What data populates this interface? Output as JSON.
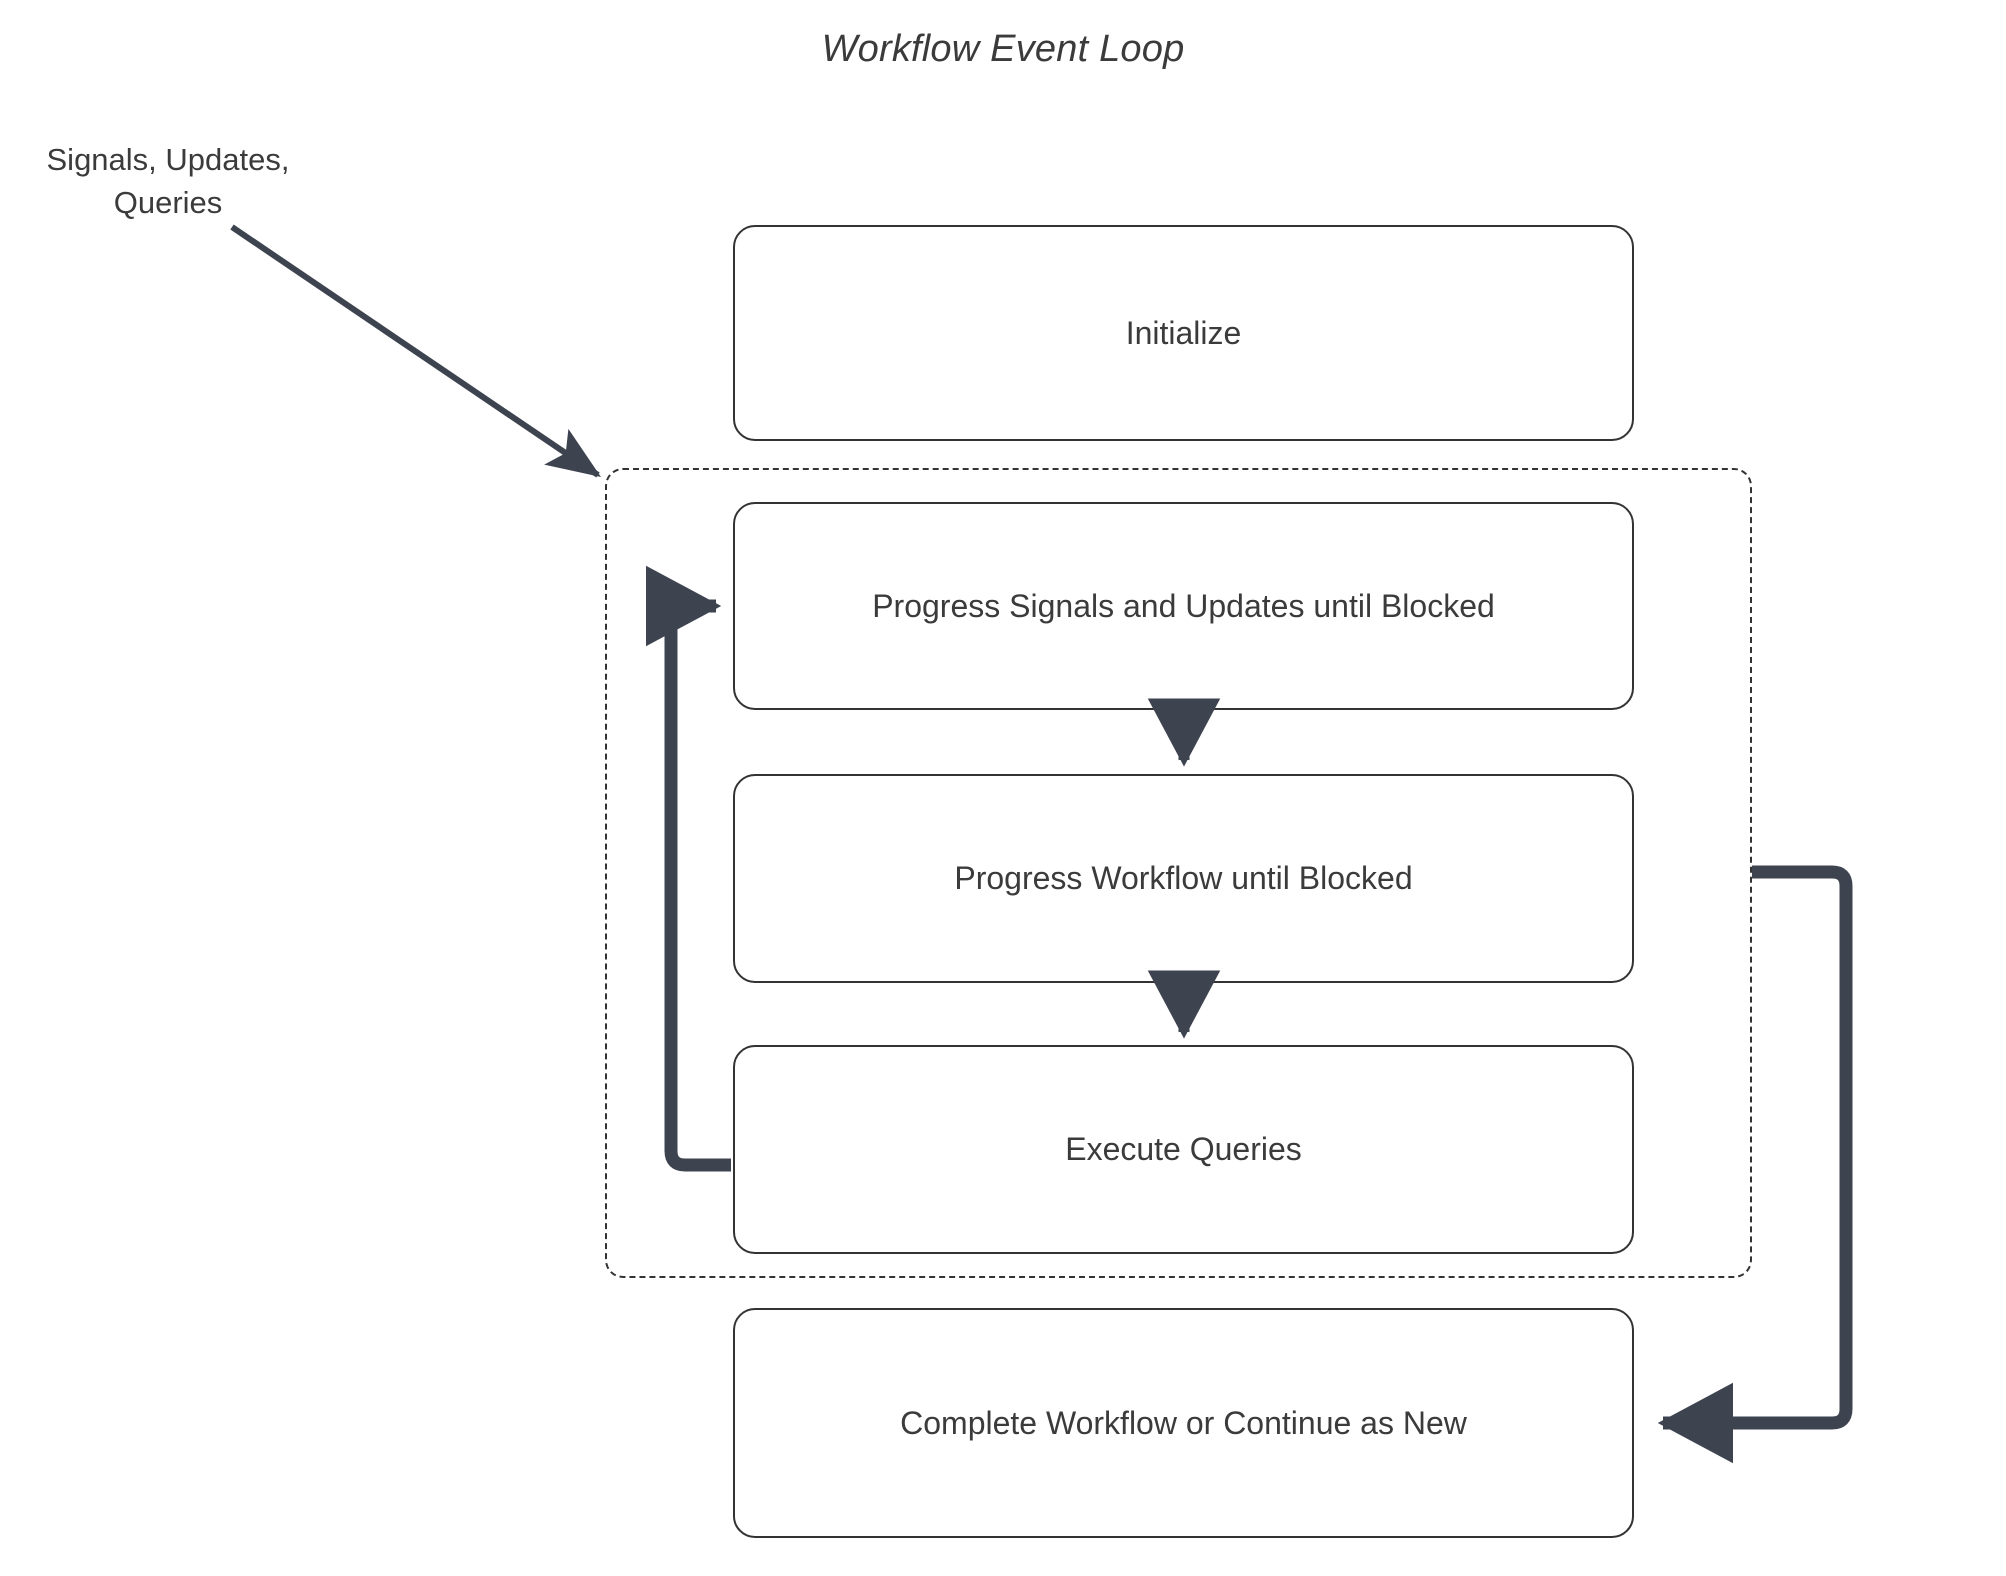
{
  "diagram": {
    "title": "Workflow Event Loop",
    "type": "flowchart",
    "background_color": "#ffffff",
    "node_border_color": "#333333",
    "node_fill_color": "#ffffff",
    "text_color": "#3b3b3b",
    "arrow_color": "#3d434f",
    "loop_region": {
      "name": "event-loop-region",
      "style": "dashed"
    },
    "external_label": "Signals, Updates,\nQueries",
    "external_label_line1": "Signals, Updates,",
    "external_label_line2": "Queries",
    "nodes": [
      {
        "id": "initialize",
        "label": "Initialize",
        "inside_loop": false
      },
      {
        "id": "progress-signals",
        "label": "Progress Signals and Updates until Blocked",
        "inside_loop": true
      },
      {
        "id": "progress-workflow",
        "label": "Progress Workflow until Blocked",
        "inside_loop": true
      },
      {
        "id": "execute-queries",
        "label": "Execute Queries",
        "inside_loop": true
      },
      {
        "id": "complete-workflow",
        "label": "Complete Workflow or Continue as New",
        "inside_loop": false
      }
    ],
    "edges": [
      {
        "from": "external-input",
        "to": "event-loop-region",
        "label": "Signals, Updates, Queries",
        "style": "solid-diagonal"
      },
      {
        "from": "progress-signals",
        "to": "progress-workflow",
        "label": "",
        "style": "solid-down"
      },
      {
        "from": "progress-workflow",
        "to": "execute-queries",
        "label": "",
        "style": "solid-down"
      },
      {
        "from": "execute-queries",
        "to": "progress-signals",
        "label": "",
        "style": "loop-back-left"
      },
      {
        "from": "event-loop-region",
        "to": "complete-workflow",
        "label": "",
        "style": "exit-right"
      }
    ]
  }
}
